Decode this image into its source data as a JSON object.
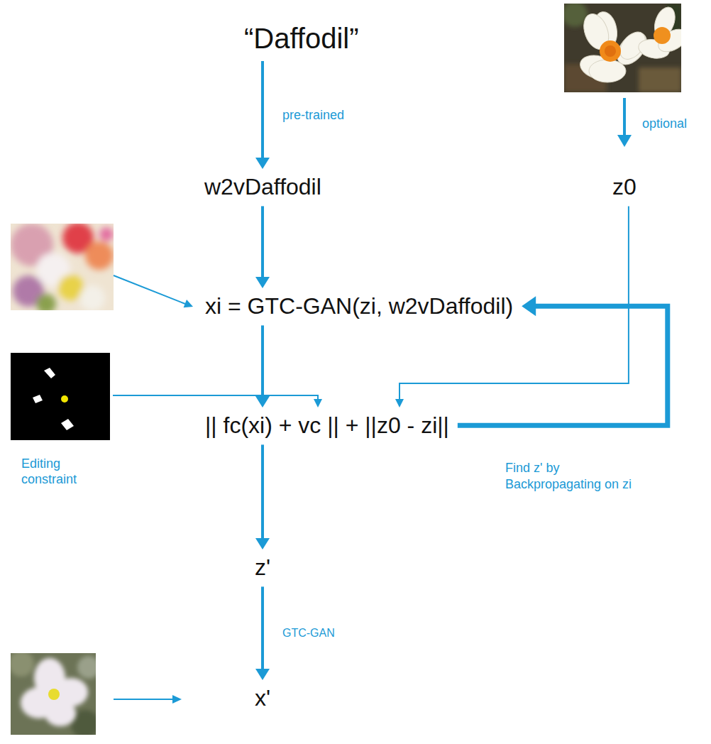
{
  "diagram": {
    "nodes": [
      {
        "text": [
          "“Daffodil”"
        ]
      },
      {
        "text": [
          "w2vDaffodil"
        ]
      },
      {
        "text": [
          "z0"
        ]
      },
      {
        "text": [
          "xi = GTC-GAN(zi, w2vDaffodil)"
        ]
      },
      {
        "text": [
          "Editing constraint"
        ]
      },
      {
        "text": [
          "|| fc(xi) + vc || + ||z0 - zi||"
        ]
      },
      {
        "text": [
          "z'"
        ]
      },
      {
        "text": [
          "x'"
        ]
      }
    ],
    "edges": [
      {
        "from": 0,
        "to": 1,
        "arrow": "to",
        "label": "pre-trained"
      },
      {
        "from": 1,
        "to": 3,
        "arrow": "to"
      },
      {
        "from": 3,
        "to": 5,
        "arrow": "to"
      },
      {
        "from": 5,
        "to": 3,
        "arrow": "to",
        "label": "Find z' by Backpropagating on zi"
      },
      {
        "from": 2,
        "to": 5,
        "arrow": "to"
      },
      {
        "from": 4,
        "to": 5,
        "arrow": "to"
      },
      {
        "from": 5,
        "to": 6,
        "arrow": "to"
      },
      {
        "from": 6,
        "to": 7,
        "arrow": "to",
        "label": "GTC-GAN"
      }
    ],
    "labels": [
      "optional"
    ]
  }
}
